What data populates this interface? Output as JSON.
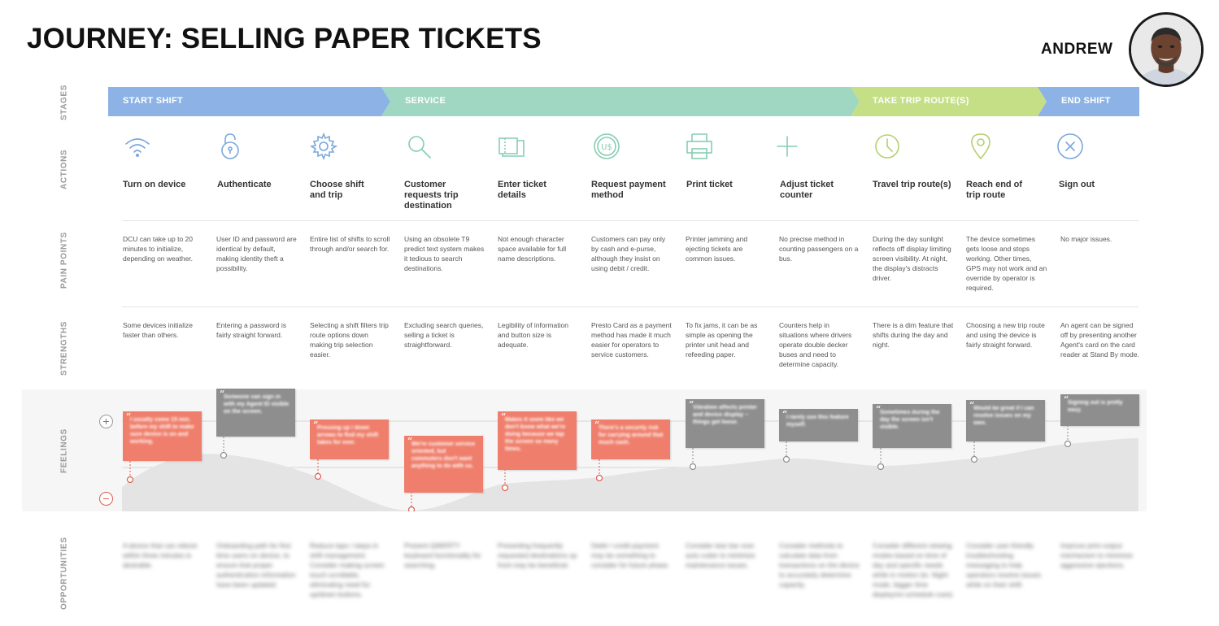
{
  "title": "JOURNEY: SELLING PAPER TICKETS",
  "persona": {
    "name": "ANDREW"
  },
  "row_labels": {
    "stages": "STAGES",
    "actions": "ACTIONS",
    "pain_points": "PAIN POINTS",
    "strengths": "STRENGTHS",
    "feelings": "FEELINGS",
    "opportunities": "OPPORTUNITIES"
  },
  "colors": {
    "stage_start_shift": "#8cb2e6",
    "stage_service": "#9fd7c2",
    "stage_take_trip": "#c5df86",
    "stage_end_shift": "#8cb2e6",
    "negative_quote": "#ef7f6c",
    "positive_quote": "#8e8e8e"
  },
  "stages": [
    {
      "label": "START SHIFT"
    },
    {
      "label": "SERVICE"
    },
    {
      "label": "TAKE TRIP ROUTE(S)"
    },
    {
      "label": "END SHIFT"
    }
  ],
  "feelings_scale": {
    "plus": "+",
    "minus": "−"
  },
  "columns": [
    {
      "icon": "wifi-icon",
      "action": "Turn on device",
      "pain": "DCU can take up to 20 minutes to initialize, depending on weather.",
      "strength": "Some devices initialize faster than others.",
      "feeling": {
        "sentiment": "negative",
        "quote": "I usually come 15 min. before my shift to make sure device is on and working."
      },
      "opportunity": "A device that can reboot within three minutes is desirable."
    },
    {
      "icon": "lock-icon",
      "action": "Authenticate",
      "pain": "User ID and password are identical by default, making identity theft a possibility.",
      "strength": "Entering a password is fairly straight forward.",
      "feeling": {
        "sentiment": "positive",
        "quote": "Someone can sign in with my Agent ID visible on the screen."
      },
      "opportunity": "Onboarding path for first time users on device, to ensure that proper authentication information have been updated."
    },
    {
      "icon": "gear-icon",
      "action": "Choose shift and trip",
      "pain": "Entire list of shifts to scroll through and/or search for.",
      "strength": "Selecting a shift filters trip route options down making trip selection easier.",
      "feeling": {
        "sentiment": "negative",
        "quote": "Pressing up / down arrows to find my shift takes for ever."
      },
      "opportunity": "Reduce taps / steps in shift management. Consider making screen touch scrollable, eliminating need for up/down buttons."
    },
    {
      "icon": "search-icon",
      "action": "Customer requests trip destination",
      "pain": "Using an obsolete T9 predict text system makes it tedious to search destinations.",
      "strength": "Excluding search queries, selling a ticket is straightforward.",
      "feeling": {
        "sentiment": "negative",
        "quote": "We're customer service oriented, but commuters don't want anything to do with us."
      },
      "opportunity": "Present QWERTY keyboard functionality for searching."
    },
    {
      "icon": "ticket-icon",
      "action": "Enter ticket details",
      "pain": "Not enough character space available for full name descriptions.",
      "strength": "Legibility of information and button size is adequate.",
      "feeling": {
        "sentiment": "negative",
        "quote": "Makes it seem like we don't know what we're doing because we tap the screen so many times."
      },
      "opportunity": "Presenting frequently requested destinations up front may be beneficial."
    },
    {
      "icon": "coin-icon",
      "action": "Request payment method",
      "pain": "Customers can pay only by cash and e-purse, although they insist on using debit / credit.",
      "strength": "Presto Card as a payment method has made it much easier for operators to service customers.",
      "feeling": {
        "sentiment": "negative",
        "quote": "There's a security risk for carrying around that much cash."
      },
      "opportunity": "Debit / credit payment may be something to consider for future phase."
    },
    {
      "icon": "printer-icon",
      "action": "Print ticket",
      "pain": "Printer jamming and ejecting tickets are common issues.",
      "strength": "To fix jams, it can be as simple as opening the printer unit head and refeeding paper.",
      "feeling": {
        "sentiment": "positive",
        "quote": "Vibration affects printer and device display – things get loose."
      },
      "opportunity": "Consider tear bar over auto cutter to minimize maintenance issues."
    },
    {
      "icon": "plus-icon",
      "action": "Adjust ticket counter",
      "pain": "No precise method in counting passengers on a bus.",
      "strength": "Counters help in situations where drivers operate double decker buses and need to determine capacity.",
      "feeling": {
        "sentiment": "positive",
        "quote": "I rarely use this feature myself."
      },
      "opportunity": "Consider methods to calculate data from transactions on the device to accurately determine capacity."
    },
    {
      "icon": "clock-icon",
      "action": "Travel trip route(s)",
      "pain": "During the day sunlight reflects off display limiting screen visibility. At night, the display's distracts driver.",
      "strength": "There is a dim feature that shifts during the day and night.",
      "feeling": {
        "sentiment": "positive",
        "quote": "Sometimes during the day the screen isn't visible."
      },
      "opportunity": "Consider different viewing modes based on time of day and specific needs while in motion (ie. Night mode, bigger time display/on-schedule cues)"
    },
    {
      "icon": "location-pin-icon",
      "action": "Reach end of trip route",
      "pain": "The device sometimes gets loose and stops working. Other times, GPS may not work and an override by operator is required.",
      "strength": "Choosing a new trip route and using the device is fairly straight forward.",
      "feeling": {
        "sentiment": "positive",
        "quote": "Would be great if I can resolve issues on my own."
      },
      "opportunity": "Consider user-friendly troubleshooting messaging to help operators resolve issues while on their shift."
    },
    {
      "icon": "close-circle-icon",
      "action": "Sign out",
      "pain": "No major issues.",
      "strength": "An agent can be signed off by presenting another Agent's card on the card reader at Stand By mode.",
      "feeling": {
        "sentiment": "positive",
        "quote": "Signing out is pretty easy."
      },
      "opportunity": "Improve print output mechanism to minimize aggressive ejections."
    }
  ]
}
